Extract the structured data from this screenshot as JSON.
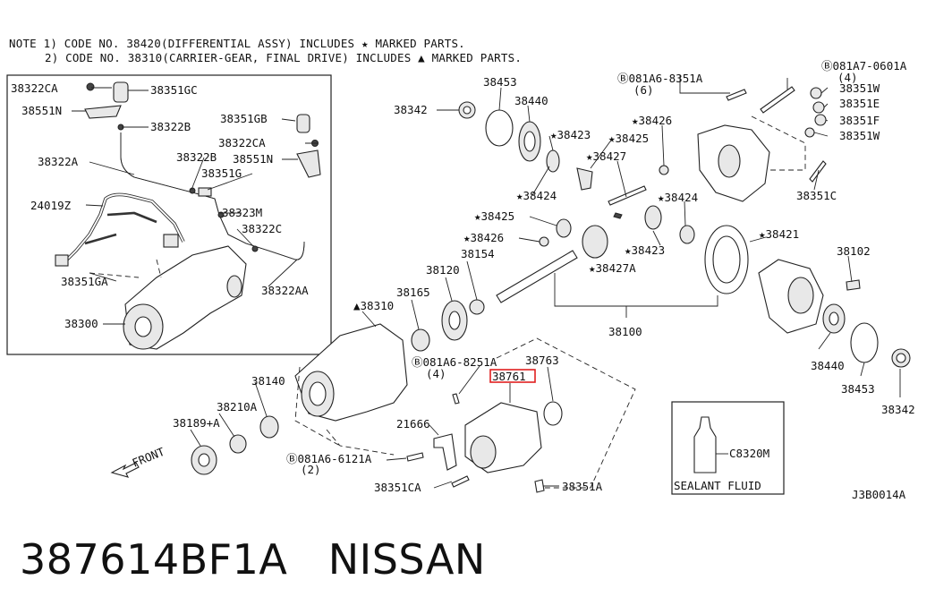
{
  "notes": [
    "NOTE 1) CODE NO. 38420(DIFFERENTIAL ASSY) INCLUDES ★ MARKED PARTS.",
    "2) CODE NO. 38310(CARRIER-GEAR, FINAL DRIVE) INCLUDES ▲ MARKED PARTS."
  ],
  "labels": {
    "l38322CA_a": "38322CA",
    "l38351GC": "38351GC",
    "l38551N_a": "38551N",
    "l38322B_a": "38322B",
    "l38351GB": "38351GB",
    "l38322CA_b": "38322CA",
    "l38551N_b": "38551N",
    "l38322A": "38322A",
    "l38322B_b": "38322B",
    "l38351G": "38351G",
    "l24019Z": "24019Z",
    "l38323M": "38323M",
    "l38322C": "38322C",
    "l38351GA": "38351GA",
    "l38322AA": "38322AA",
    "l38300": "38300",
    "l38453_a": "38453",
    "l38342_a": "38342",
    "l38440_a": "38440",
    "l38423_a": "★38423",
    "l38425_a": "★38425",
    "l38427": "★38427",
    "l38424_a": "★38424",
    "l38426_a": "★38426",
    "l081A6_8351A": "Ⓑ081A6-8351A",
    "l081A6_8351A_qty": "(6)",
    "l081A7_0601A": "Ⓑ081A7-0601A",
    "l081A7_0601A_qty": "(4)",
    "l38351W_a": "38351W",
    "l38351E": "38351E",
    "l38351F": "38351F",
    "l38351W_b": "38351W",
    "l38351C": "38351C",
    "l38424_b": "★38424",
    "l38425_b": "★38425",
    "l38426_b": "★38426",
    "l38423_b": "★38423",
    "l38427A": "★38427A",
    "l38421": "★38421",
    "l38102": "38102",
    "l38154": "38154",
    "l38120": "38120",
    "l38165": "38165",
    "l38310": "▲38310",
    "l38100": "38100",
    "l38440_b": "38440",
    "l38453_b": "38453",
    "l38342_b": "38342",
    "l081A6_8251A": "Ⓑ081A6-8251A",
    "l081A6_8251A_qty": "(4)",
    "l38763": "38763",
    "l38761": "38761",
    "l38140": "38140",
    "l38210A": "38210A",
    "l38189A": "38189+A",
    "l21666": "21666",
    "l081A6_6121A": "Ⓑ081A6-6121A",
    "l081A6_6121A_qty": "(2)",
    "l38351CA": "38351CA",
    "l38351A": "38351A",
    "lC8320M": "C8320M",
    "lSealant": "SEALANT FLUID",
    "lFront": "FRONT",
    "lRef": "J3B0014A"
  },
  "caption": "387614BF1A   NISSAN",
  "highlight_color": "#e02020"
}
